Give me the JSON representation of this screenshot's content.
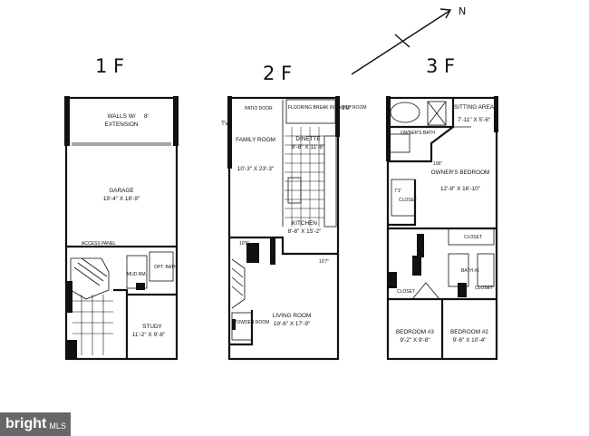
{
  "floor_labels": {
    "f1": "1 F",
    "f2": "2 F",
    "f3": "3 F"
  },
  "compass": {
    "north": "N"
  },
  "margin_notes": {
    "tv": "TV",
    "bump": "3'9\""
  },
  "floor1": {
    "walls_ext_1": "WALLS W/",
    "walls_ext_2": "EXTENSION",
    "walls_ext_dim": "8'",
    "garage": "GARAGE",
    "garage_dim": "19'-4\" X 18'-9\"",
    "access_panel": "ACCESS PANEL",
    "opt_bath": "OPT. BATH",
    "mud_rm": "MUD RM.",
    "study": "STUDY",
    "study_dim": "11'-2\" X 9'-8\""
  },
  "floor2": {
    "patio_door": "PATIO DOOR",
    "flooring_break": "FLOORING BREAK IN FAMILY ROOM",
    "family_room": "FAMILY ROOM",
    "family_dim": "10'-3\" X 23'-3\"",
    "dinette": "DINETTE",
    "dinette_dim": "8'-8\" X 11'-6\"",
    "kitchen": "KITCHEN",
    "kitchen_dim": "8'-8\" X 15'-2\"",
    "powder_room": "POWDER ROOM",
    "living_room": "LIVING ROOM",
    "living_dim": "19'-6\" X 17'-9\"",
    "hand_note_1": "10'5\"",
    "hand_note_2": "10'7\""
  },
  "floor3": {
    "sitting_area": "SITTING AREA",
    "sitting_dim": "7'-11\" X 5'-6\"",
    "owners_bath": "OWNER'S BATH",
    "owners_bedroom": "OWNER'S BEDROOM",
    "owners_dim": "12'-8\" X 16'-10\"",
    "closet": "CLOSET",
    "bath1": "BATH #1",
    "bedroom3": "BEDROOM #3",
    "bedroom3_dim": "9'-2\" X 9'-8\"",
    "bedroom2": "BEDROOM #2",
    "bedroom2_dim": "9'-6\" X 10'-4\"",
    "hand_note_1": "7'1\"",
    "hand_note_2": "106\""
  },
  "watermark": {
    "brand": "bright",
    "suffix": "MLS"
  }
}
